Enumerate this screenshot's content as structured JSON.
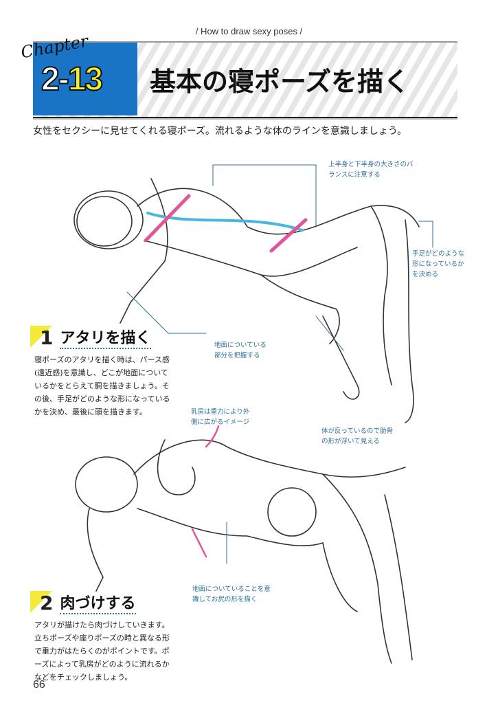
{
  "header": {
    "kicker": "/  How to draw sexy poses  /",
    "chapter_word": "Chapter",
    "chapter_num_a": "2",
    "chapter_sep": "-",
    "chapter_num_b": "13",
    "title": "基本の寝ポーズを描く"
  },
  "lead": "女性をセクシーに見せてくれる寝ポーズ。流れるような体のラインを意識しましょう。",
  "sections": [
    {
      "num": "1",
      "heading": "アタリを描く",
      "body": "寝ポーズのアタリを描く時は、パース感(遠近感)を意識し、どこが地面についているかをとらえて胴を描きましょう。その後、手足がどのような形になっているかを決め、最後に頭を描きます。"
    },
    {
      "num": "2",
      "heading": "肉づけする",
      "body": "アタリが描けたら肉づけしていきます。立ちポーズや座りポーズの時と異なる形で重力がはたらくのがポイントです。ポーズによって乳房がどのように流れるかなどをチェックしましょう。"
    }
  ],
  "notes": {
    "n1": "上半身と下半身の大きさのバランスに注意する",
    "n2": "手足がどのような形になっているかを決める",
    "n3": "地面についている部分を把握する",
    "n4": "乳房は重力により外側に広がるイメージ",
    "n5": "体が反っているので肋骨の形が浮いて見える",
    "n6": "地面についていることを意識してお尻の形を描く"
  },
  "page_number": "66",
  "colors": {
    "blue": "#1a74c6",
    "yellow": "#f3ea3a",
    "note": "#2a6f9a",
    "pink": "#e2559a",
    "cyan": "#4ab6e0"
  }
}
